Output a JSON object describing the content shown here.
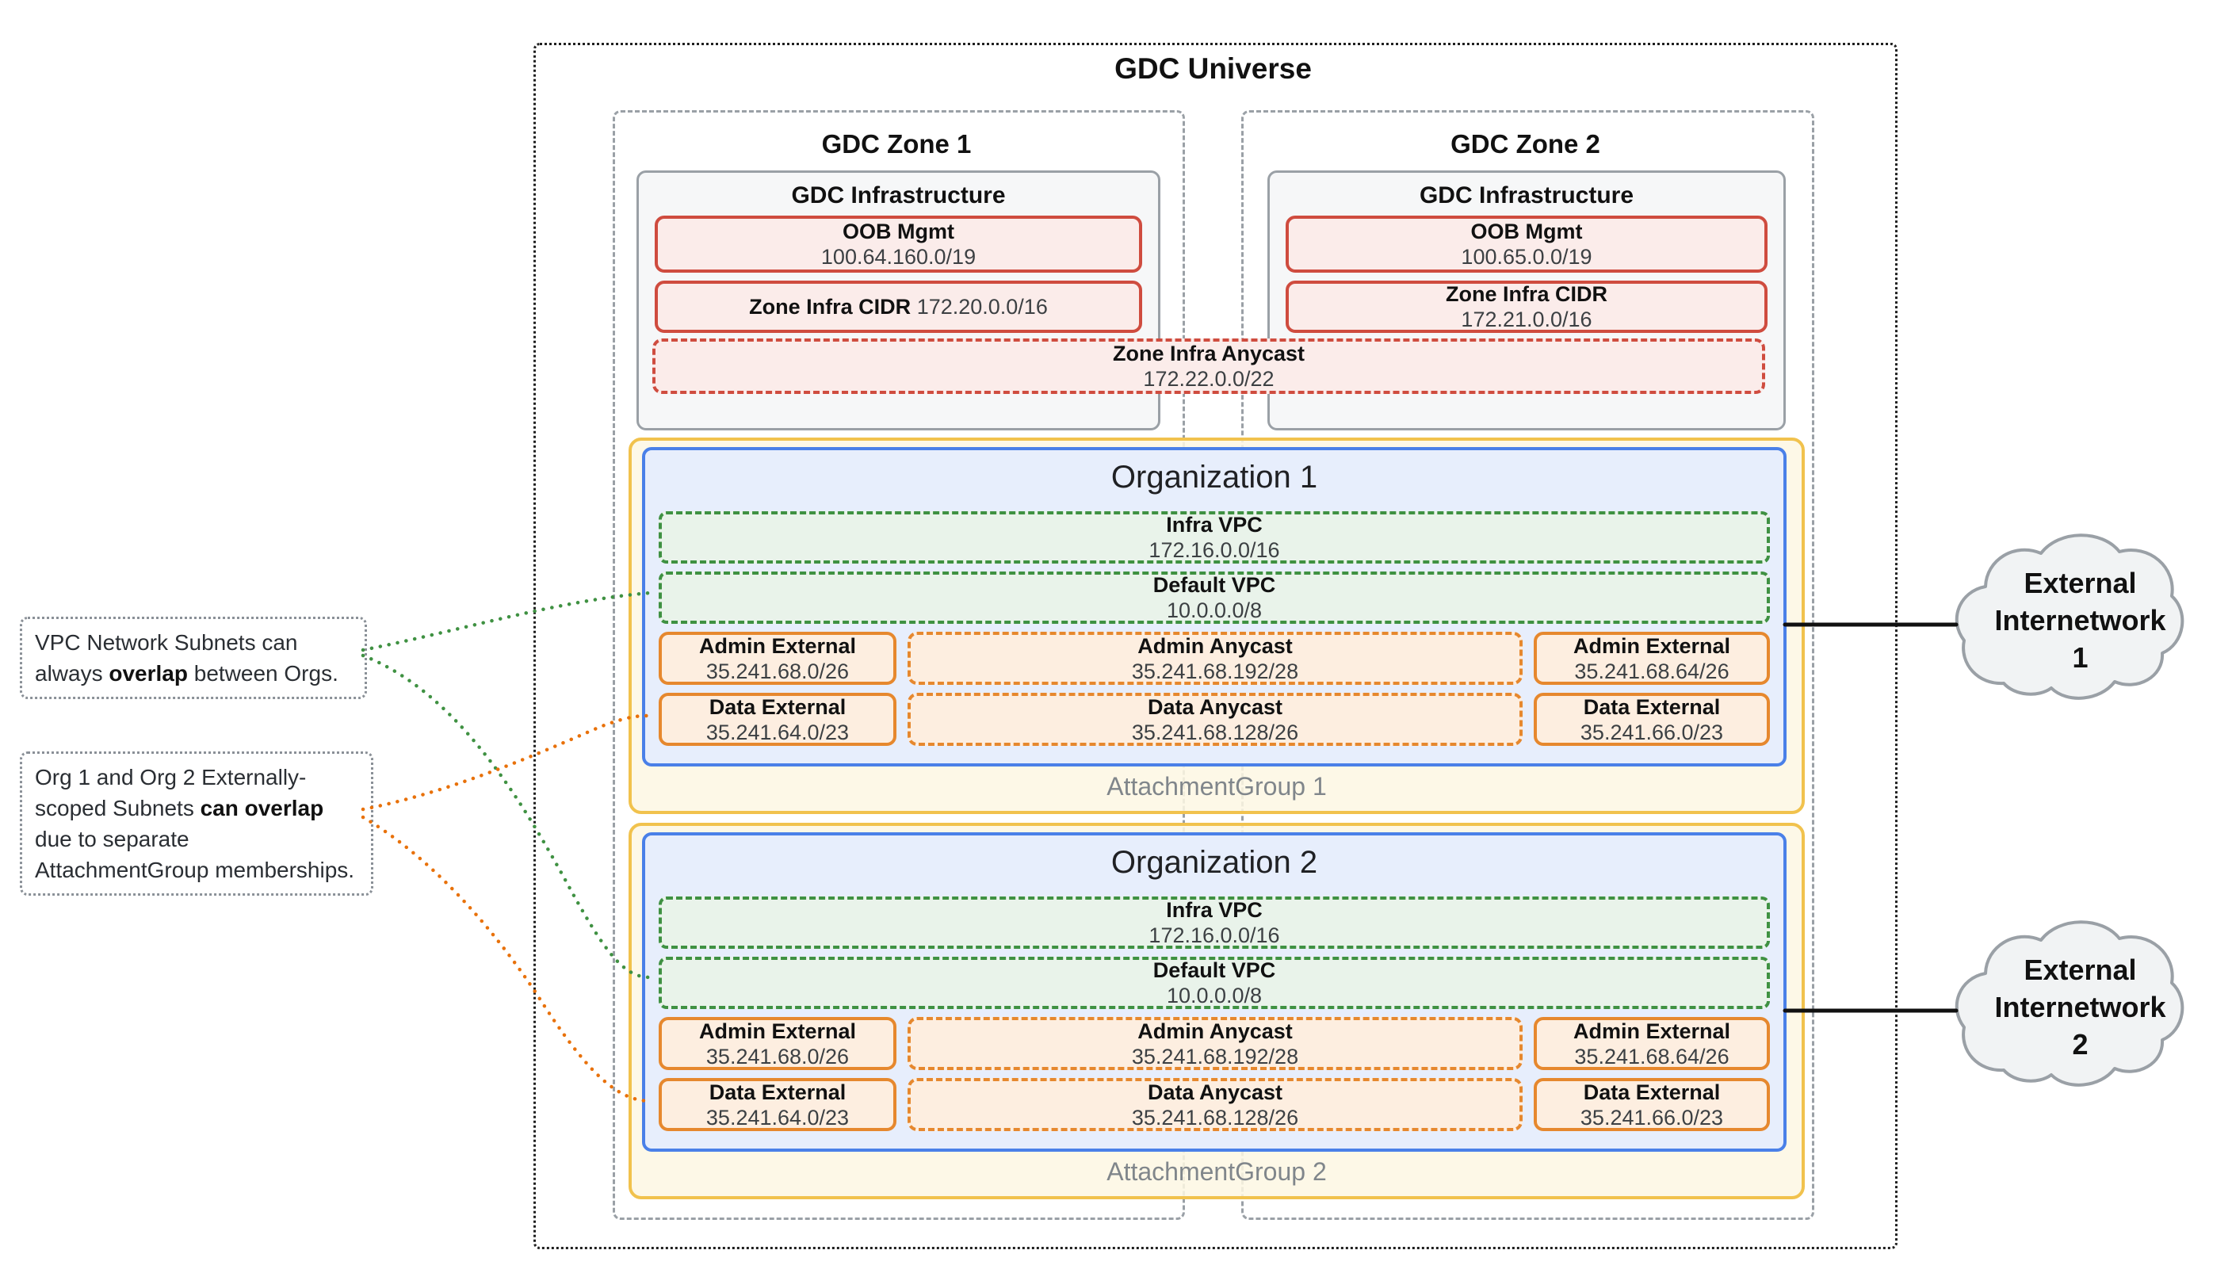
{
  "universe": {
    "title": "GDC Universe"
  },
  "zones": [
    {
      "title": "GDC Zone 1",
      "infra": {
        "title": "GDC Infrastructure",
        "oob": {
          "label": "OOB Mgmt",
          "cidr": "100.64.160.0/19"
        },
        "zone_cidr": {
          "label": "Zone Infra CIDR",
          "cidr": "172.20.0.0/16"
        }
      }
    },
    {
      "title": "GDC Zone 2",
      "infra": {
        "title": "GDC Infrastructure",
        "oob": {
          "label": "OOB Mgmt",
          "cidr": "100.65.0.0/19"
        },
        "zone_cidr": {
          "label": "Zone Infra CIDR",
          "cidr": "172.21.0.0/16"
        }
      }
    }
  ],
  "anycast": {
    "label": "Zone Infra Anycast",
    "cidr": "172.22.0.0/22"
  },
  "orgs": [
    {
      "title": "Organization 1",
      "attachment_group": "AttachmentGroup 1",
      "vpcs": [
        {
          "label": "Infra VPC",
          "cidr": "172.16.0.0/16"
        },
        {
          "label": "Default VPC",
          "cidr": "10.0.0.0/8"
        }
      ],
      "rows": [
        [
          {
            "label": "Admin External",
            "cidr": "35.241.68.0/26"
          },
          {
            "label": "Admin Anycast",
            "cidr": "35.241.68.192/28"
          },
          {
            "label": "Admin External",
            "cidr": "35.241.68.64/26"
          }
        ],
        [
          {
            "label": "Data External",
            "cidr": "35.241.64.0/23"
          },
          {
            "label": "Data Anycast",
            "cidr": "35.241.68.128/26"
          },
          {
            "label": "Data External",
            "cidr": "35.241.66.0/23"
          }
        ]
      ]
    },
    {
      "title": "Organization 2",
      "attachment_group": "AttachmentGroup 2",
      "vpcs": [
        {
          "label": "Infra VPC",
          "cidr": "172.16.0.0/16"
        },
        {
          "label": "Default VPC",
          "cidr": "10.0.0.0/8"
        }
      ],
      "rows": [
        [
          {
            "label": "Admin External",
            "cidr": "35.241.68.0/26"
          },
          {
            "label": "Admin Anycast",
            "cidr": "35.241.68.192/28"
          },
          {
            "label": "Admin External",
            "cidr": "35.241.68.64/26"
          }
        ],
        [
          {
            "label": "Data External",
            "cidr": "35.241.64.0/23"
          },
          {
            "label": "Data Anycast",
            "cidr": "35.241.68.128/26"
          },
          {
            "label": "Data External",
            "cidr": "35.241.66.0/23"
          }
        ]
      ]
    }
  ],
  "annotations": [
    {
      "segments": [
        {
          "text": "VPC Network Subnets can always ",
          "bold": false
        },
        {
          "text": "overlap",
          "bold": true
        },
        {
          "text": " between Orgs.",
          "bold": false
        }
      ]
    },
    {
      "segments": [
        {
          "text": "Org 1 and Org 2 Externally-scoped Subnets ",
          "bold": false
        },
        {
          "text": "can overlap",
          "bold": true
        },
        {
          "text": " due to separate AttachmentGroup memberships.",
          "bold": false
        }
      ]
    }
  ],
  "clouds": [
    {
      "label": "External Internetwork 1"
    },
    {
      "label": "External Internetwork 2"
    }
  ],
  "colors": {
    "red_border": "#cf4c3f",
    "red_fill": "#fbecea",
    "orange_border": "#e6882e",
    "orange_fill": "#fdeee0",
    "green_border": "#3f9142",
    "green_fill": "#e9f3ea",
    "blue_border": "#4a80e8",
    "blue_fill": "#e7eefc",
    "yellow_border": "#f1c24d",
    "yellow_fill": "#fdf7e3",
    "gray_border": "#9aa0a6",
    "infra_fill": "#f6f7f8",
    "cloud_fill": "#f1f3f4",
    "connector_green": "#3f9142",
    "connector_orange": "#e8710a",
    "connector_black": "#111111"
  }
}
